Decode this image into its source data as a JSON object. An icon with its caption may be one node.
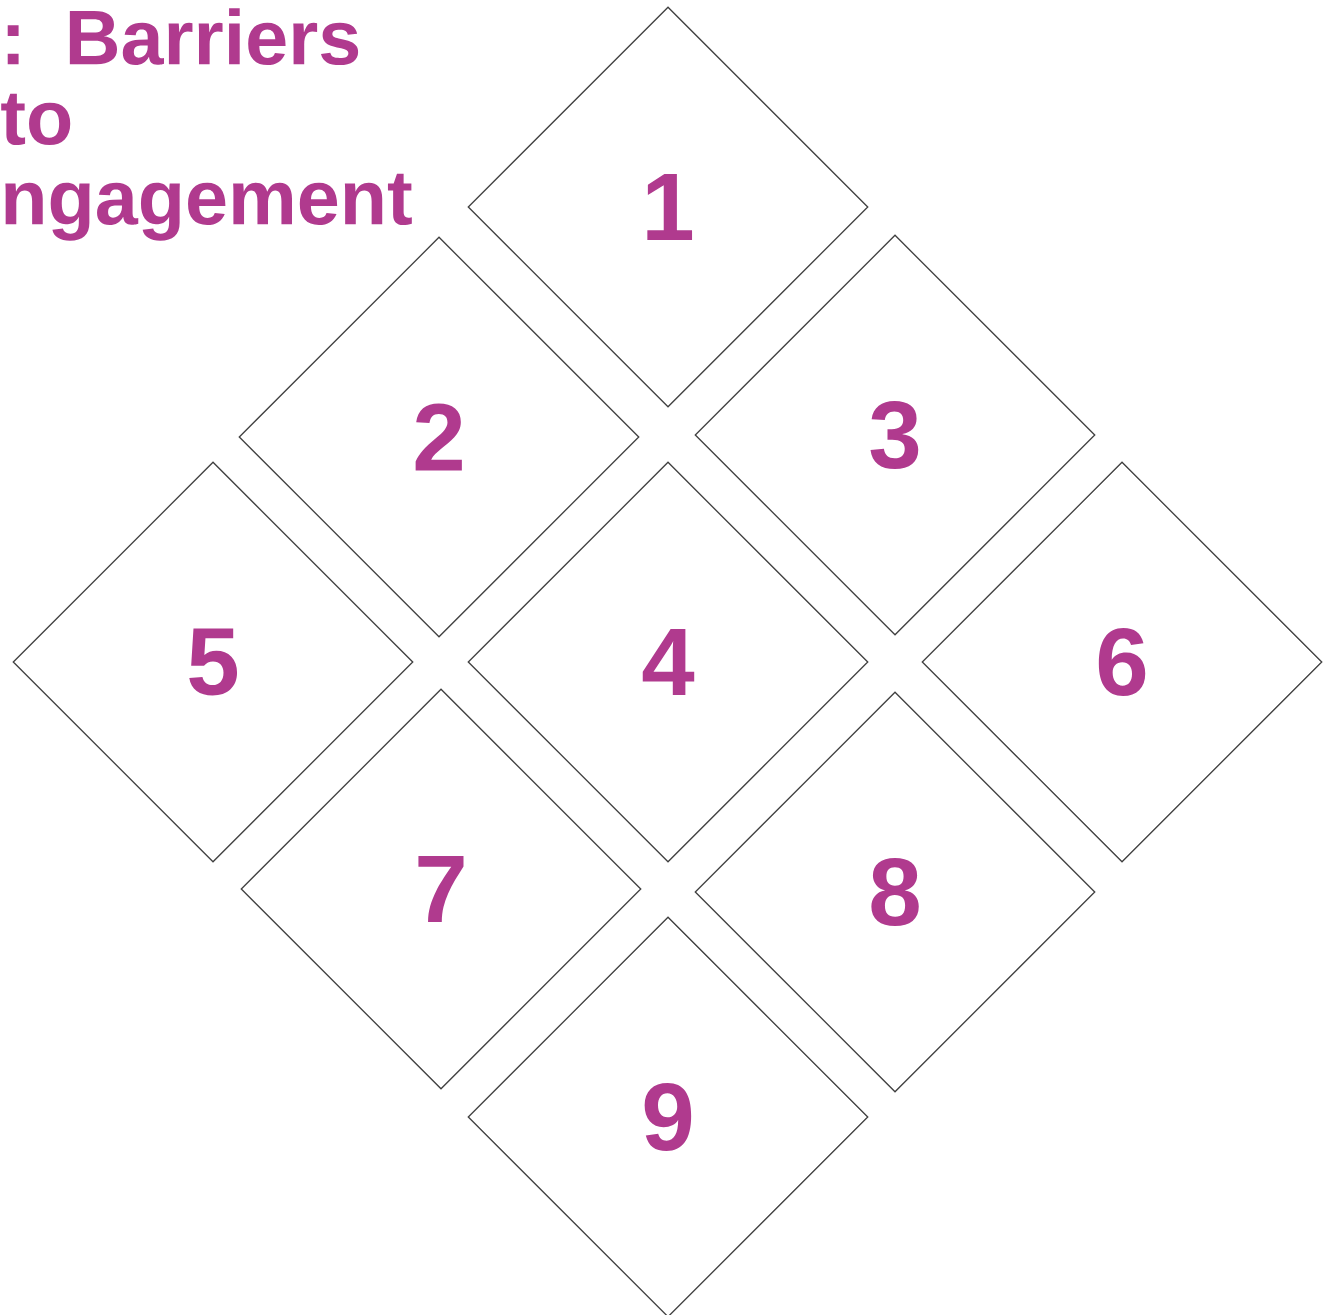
{
  "diagram": {
    "title": ": Barriers to ngagement",
    "nodes": [
      {
        "text": [
          "1"
        ]
      },
      {
        "text": [
          "2"
        ]
      },
      {
        "text": [
          "3"
        ]
      },
      {
        "text": [
          "4"
        ]
      },
      {
        "text": [
          "5"
        ]
      },
      {
        "text": [
          "6"
        ]
      },
      {
        "text": [
          "7"
        ]
      },
      {
        "text": [
          "8"
        ]
      },
      {
        "text": [
          "9"
        ]
      }
    ]
  }
}
